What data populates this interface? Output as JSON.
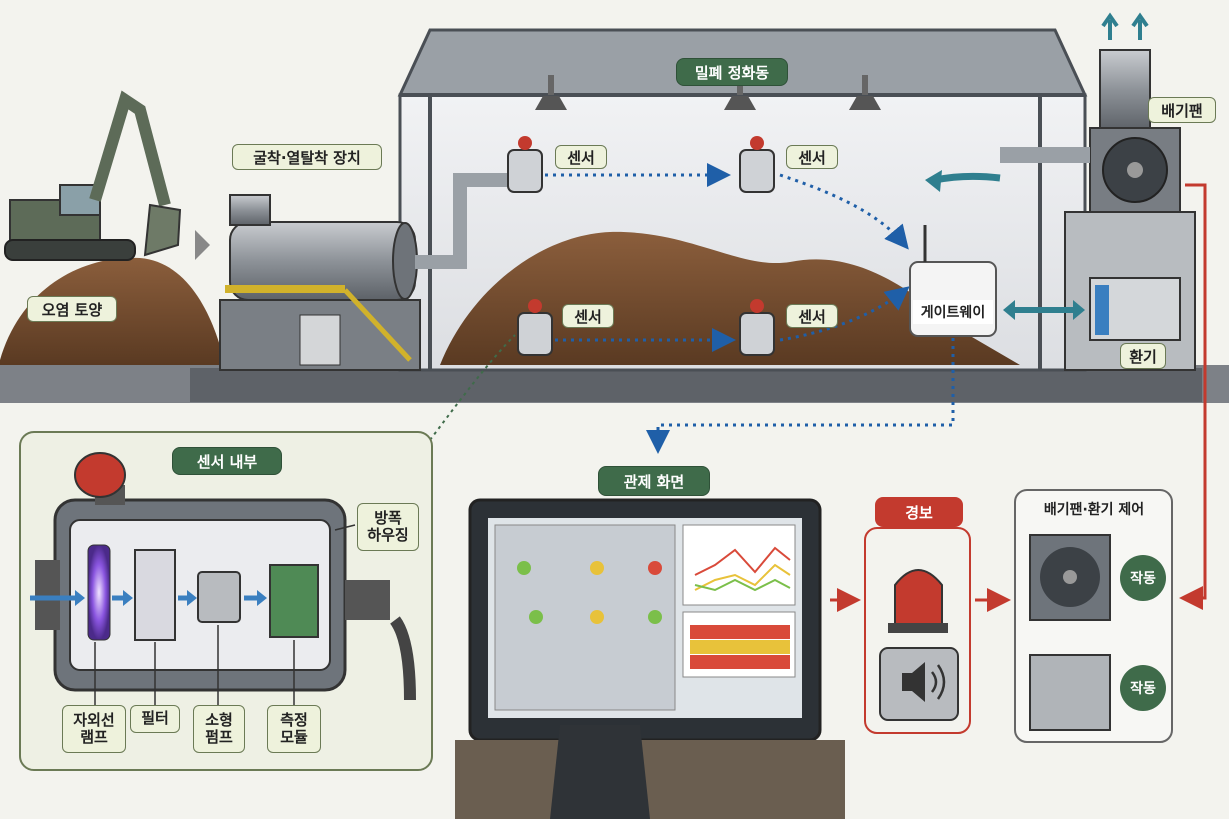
{
  "labels": {
    "contaminated_soil": "오염 토양",
    "excavation_device": "굴착·열탈착 장치",
    "sealed_building": "밀폐 정화동",
    "exhaust_fan": "배기팬",
    "sensor": "센서",
    "gateway": "게이트웨이",
    "ventilation": "환기",
    "sensor_inside": "센서 내부",
    "explosion_proof_housing": "방폭\n하우징",
    "uv_lamp": "자외선\n램프",
    "filter": "필터",
    "small_pump": "소형\n펌프",
    "measurement_module": "측정\n모듈",
    "control_screen": "관제 화면",
    "alarm": "경보",
    "fan_vent_control": "배기팬·환기 제어",
    "running": "작동"
  },
  "colors": {
    "panel_green": "#3f6b4a",
    "alarm_red": "#c33a2e",
    "signal_blue": "#1f5fa8",
    "soil_brown": "#7a5236"
  }
}
